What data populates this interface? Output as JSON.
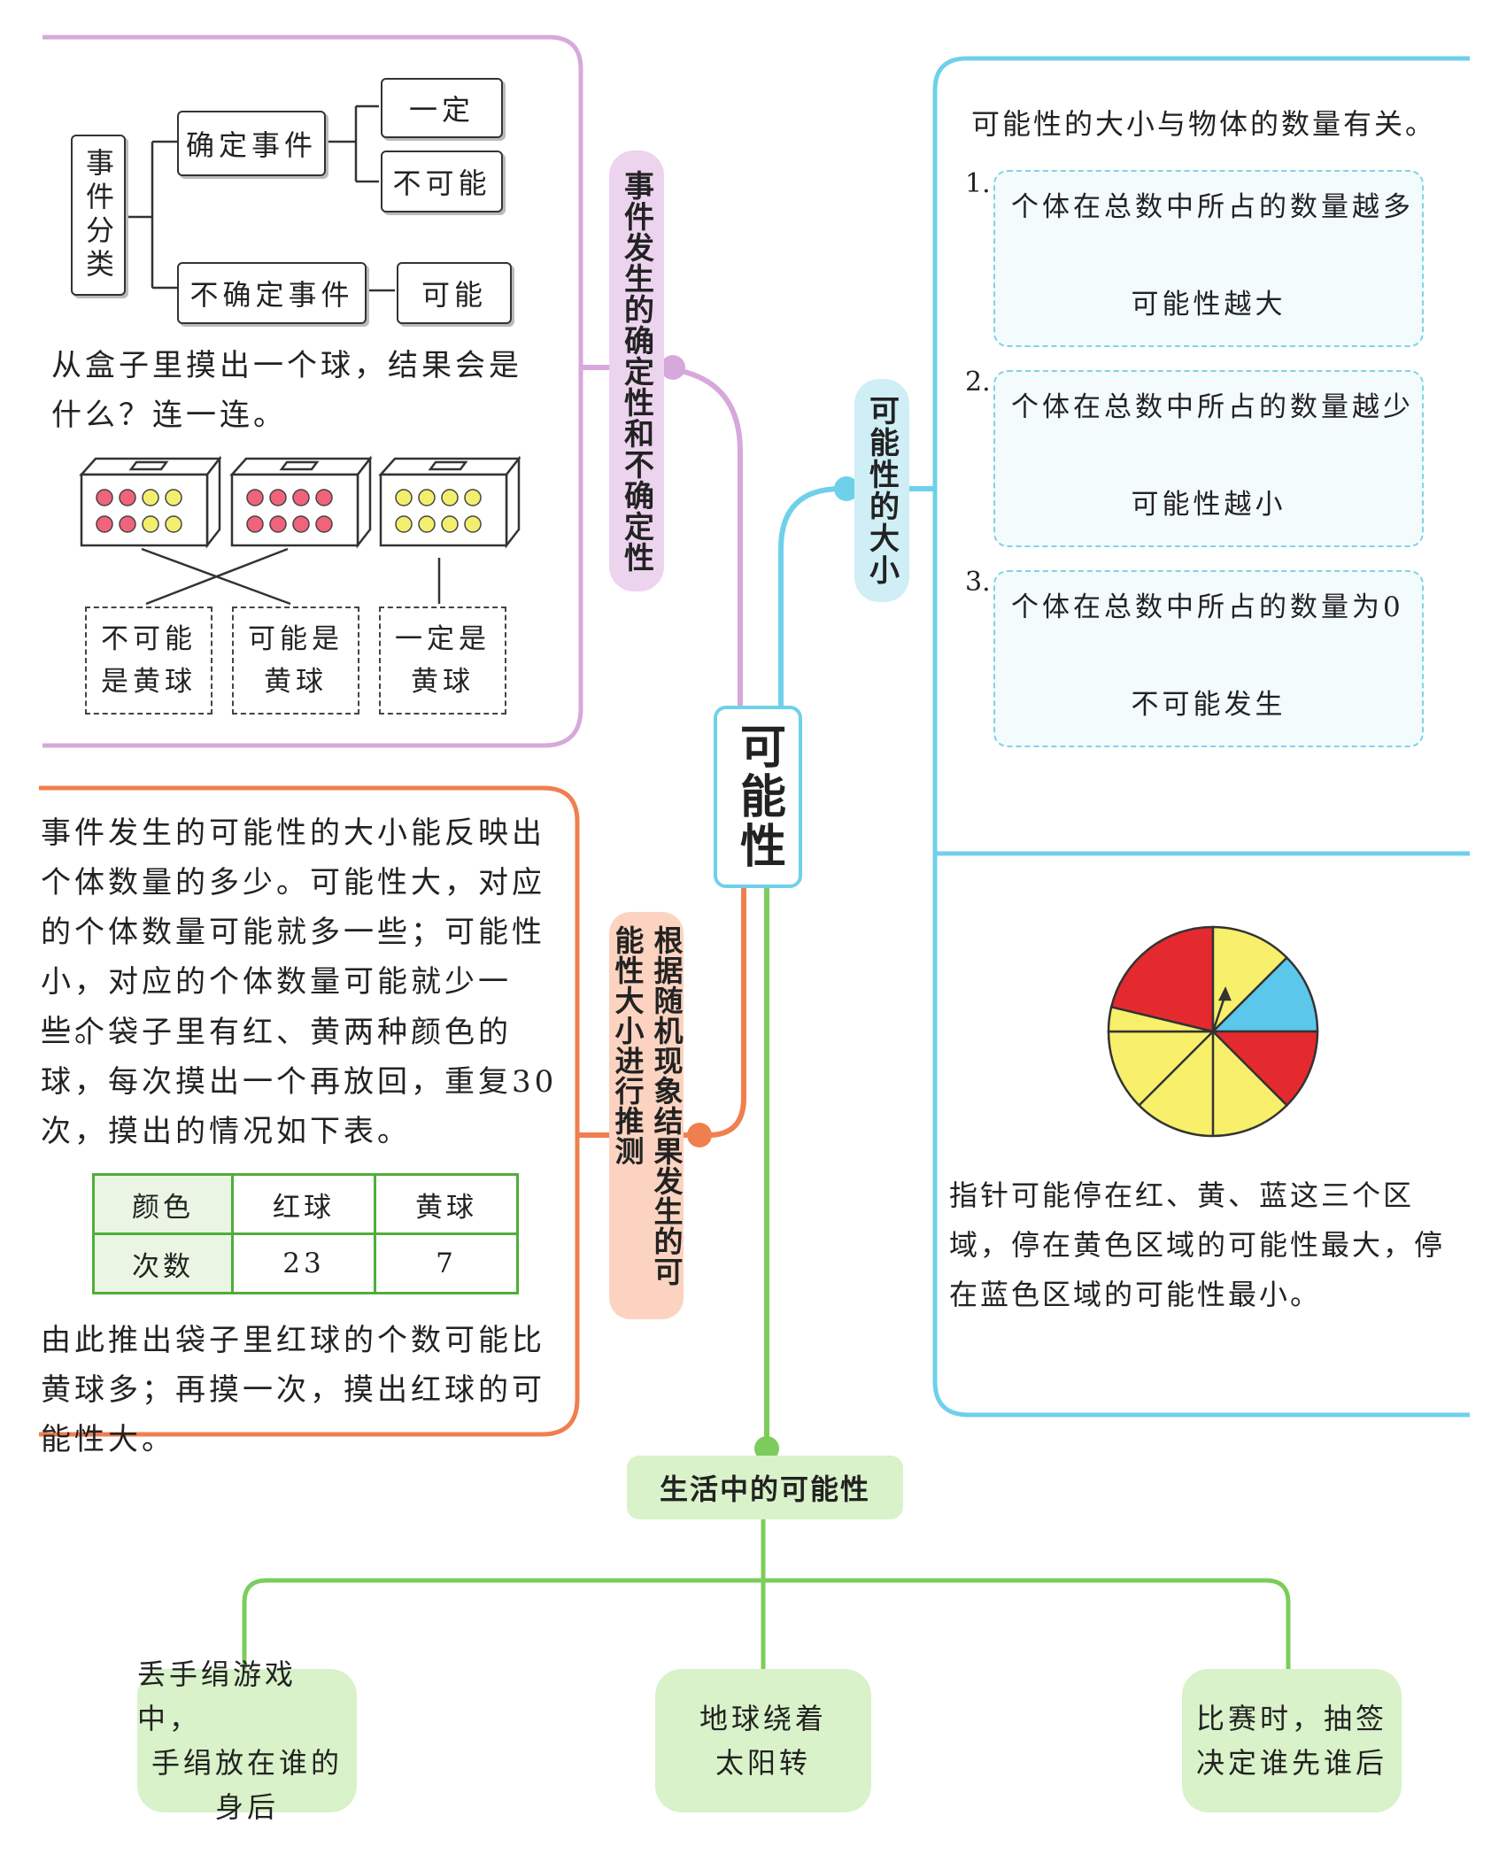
{
  "center": {
    "label": "可能性"
  },
  "section_top_left": {
    "branch": "事件发生的确定性和不确定性",
    "category_root": "事件分类",
    "determined": "确定事件",
    "certain": "一定",
    "impossible": "不可能",
    "undetermined": "不确定事件",
    "possible": "可能",
    "question": "从盒子里摸出一个球，结果会是什么？连一连。",
    "answers": [
      "不可能是黄球",
      "可能是黄球",
      "一定是黄球"
    ],
    "colors": {
      "purple": "#d7a8dc",
      "red_ball": "#f0637a",
      "yellow_ball": "#f3ef6e"
    }
  },
  "section_top_right": {
    "branch": "可能性的大小",
    "intro": "可能性的大小与物体的数量有关。",
    "items": [
      {
        "num": "1.",
        "cond": "个体在总数中所占的数量越多",
        "result": "可能性越大"
      },
      {
        "num": "2.",
        "cond": "个体在总数中所占的数量越少",
        "result": "可能性越小"
      },
      {
        "num": "3.",
        "cond": "个体在总数中所占的数量为0",
        "result": "不可能发生"
      }
    ],
    "spinner_text": "指针可能停在红、黄、蓝这三个区域，停在黄色区域的可能性最大，停在蓝色区域的可能性最小。",
    "colors": {
      "cyan": "#6fd0ea",
      "red": "#e52a2f",
      "yellow": "#f8ef6a",
      "blue": "#5bc7ea"
    }
  },
  "section_mid_left": {
    "branch": "根据随机现象结果发生的可能性大小进行推测",
    "para1": "事件发生的可能性的大小能反映出个体数量的多少。可能性大，对应的个体数量可能就多一些；可能性小，对应的个体数量可能就少一些。",
    "para2": "一个袋子里有红、黄两种颜色的球，每次摸出一个再放回，重复30次，摸出的情况如下表。",
    "table": {
      "headers": [
        "颜色",
        "红球",
        "黄球"
      ],
      "row_label": "次数",
      "values": [
        "23",
        "7"
      ]
    },
    "para3": "由此推出袋子里红球的个数可能比黄球多；再摸一次，摸出红球的可能性大。",
    "colors": {
      "orange": "#f07f4f",
      "table_green": "#4fae3b"
    }
  },
  "section_bottom": {
    "branch": "生活中的可能性",
    "leaves": [
      [
        "丢手绢游戏中，",
        "手绢放在谁的",
        "身后"
      ],
      [
        "地球绕着",
        "太阳转"
      ],
      [
        "比赛时，抽签",
        "决定谁先谁后"
      ]
    ],
    "colors": {
      "green": "#7ccc5c",
      "leaf_bg": "#d9f2c9"
    }
  }
}
